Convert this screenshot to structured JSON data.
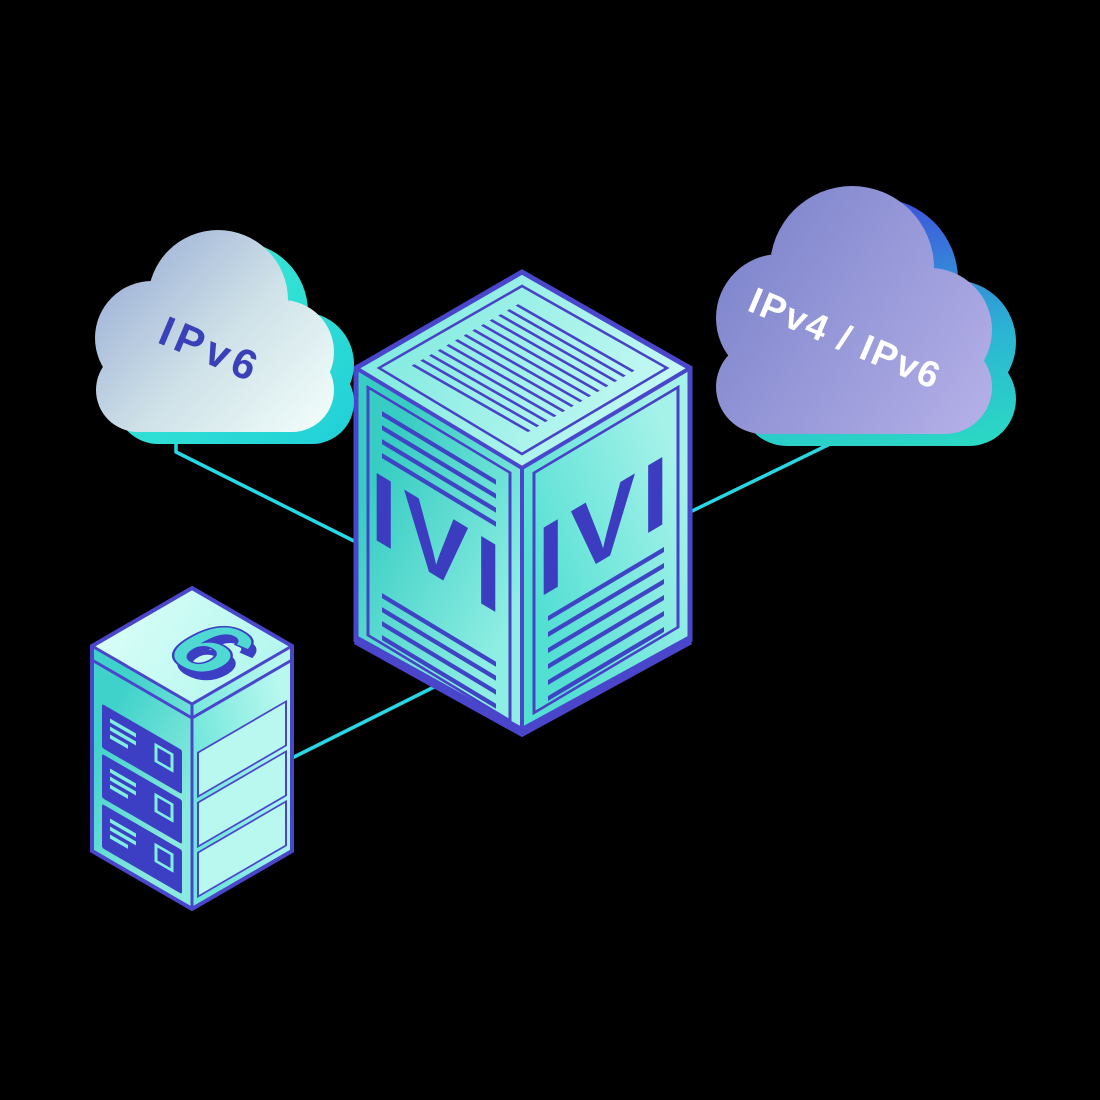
{
  "illustration": {
    "title": "IVI IPv4/IPv6 translation diagram",
    "background": "#000000",
    "cloud_left": {
      "label": "IPv6"
    },
    "cloud_right": {
      "label": "IPv4 / IPv6"
    },
    "cube": {
      "left_face_label": "IVI",
      "right_face_label": "IVI"
    },
    "server": {
      "top_label": "6"
    },
    "colors": {
      "background": "#000000",
      "connector_cyan": "#27d7e4",
      "indigo_line": "#3e40c3",
      "teal_accent": "#2fe4c9",
      "cloud_left_top": "#9db0d6",
      "cloud_left_bottom": "#f2fefb",
      "cloud_right_dark": "#7e85cc",
      "cloud_right_light": "#b5b0e8",
      "cube_face_teal": "#49d5c9",
      "server_mint": "#c6fbf3",
      "label_indigo": "#3a41b8",
      "label_white": "#ffffff"
    }
  }
}
